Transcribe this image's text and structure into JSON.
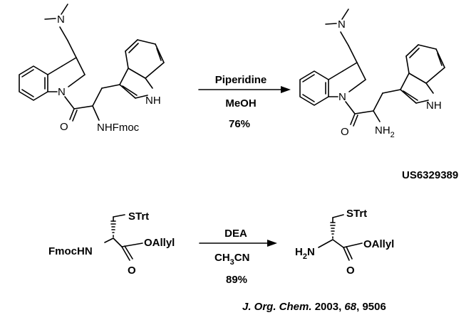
{
  "reaction1": {
    "reactant": {
      "n_label": "N",
      "ring_n_label": "N",
      "o_label": "O",
      "nh_label": "NH",
      "sub_label": "NHFmoc"
    },
    "conditions": [
      "Piperidine",
      "MeOH",
      "76%"
    ],
    "product": {
      "n_label": "N",
      "ring_n_label": "N",
      "o_label": "O",
      "nh_label": "NH",
      "amine_label": "NH",
      "amine_sub": "2"
    },
    "reference": "US6329389"
  },
  "reaction2": {
    "reactant": {
      "strt_label": "STrt",
      "fmoc_label": "FmocHN",
      "oallyl_label": "OAllyl",
      "o_label": "O"
    },
    "conditions": {
      "reagent": "DEA",
      "solvent_main": "CH",
      "solvent_sub": "3",
      "solvent_rest": "CN",
      "yield": "89%"
    },
    "product": {
      "strt_label": "STrt",
      "amine_main": "H",
      "amine_sub": "2",
      "amine_rest": "N",
      "oallyl_label": "OAllyl",
      "o_label": "O"
    },
    "reference": {
      "journal": "J. Org. Chem.",
      "year": "2003,",
      "volume": "68",
      "pages": ", 9506"
    }
  }
}
